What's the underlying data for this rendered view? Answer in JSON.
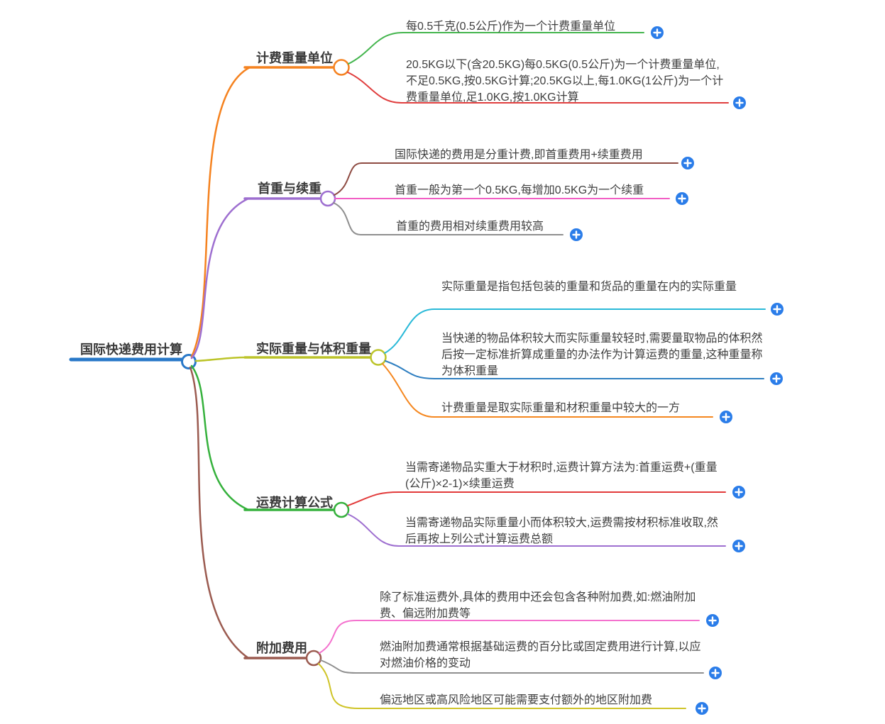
{
  "palette": {
    "background": "#ffffff",
    "text": "#3f3f3f",
    "badge_blue": "#2b7de9"
  },
  "badge": {
    "color": "#2b7de9",
    "symbol": "+"
  },
  "root": {
    "label": "国际快递费用计算",
    "color": "#2878c8"
  },
  "branches": [
    {
      "label": "计费重量单位",
      "color": "#f5821f",
      "children": [
        {
          "text": "每0.5千克(0.5公斤)作为一个计费重量单位",
          "color": "#44b54e"
        },
        {
          "text": "20.5KG以下(含20.5KG)每0.5KG(0.5公斤)为一个计费重量单位,不足0.5KG,按0.5KG计算;20.5KG以上,每1.0KG(1公斤)为一个计费重量单位,足1.0KG,按1.0KG计算",
          "color": "#e03e3e"
        }
      ]
    },
    {
      "label": "首重与续重",
      "color": "#9e6fd0",
      "children": [
        {
          "text": "国际快递的费用是分重计费,即首重费用+续重费用",
          "color": "#8e4b42"
        },
        {
          "text": "首重一般为第一个0.5KG,每增加0.5KG为一个续重",
          "color": "#f25ec4"
        },
        {
          "text": "首重的费用相对续重费用较高",
          "color": "#8f8f8f"
        }
      ]
    },
    {
      "label": "实际重量与体积重量",
      "color": "#bcc429",
      "children": [
        {
          "text": "实际重量是指包括包装的重量和货品的重量在内的实际重量",
          "color": "#29b9d8"
        },
        {
          "text": "当快递的物品体积较大而实际重量较轻时,需要量取物品的体积然后按一定标准折算成重量的办法作为计算运费的重量,这种重量称为体积重量",
          "color": "#2f7fc1"
        },
        {
          "text": "计费重量是取实际重量和材积重量中较大的一方",
          "color": "#f5871f"
        }
      ]
    },
    {
      "label": "运费计算公式",
      "color": "#35b13c",
      "children": [
        {
          "text": "当需寄递物品实重大于材积时,运费计算方法为:首重运费+(重量(公斤)×2-1)×续重运费",
          "color": "#e23a3a"
        },
        {
          "text": "当需寄递物品实际重量小而体积较大,运费需按材积标准收取,然后再按上列公式计算运费总额",
          "color": "#9e6fd0"
        }
      ]
    },
    {
      "label": "附加费用",
      "color": "#9b5b50",
      "children": [
        {
          "text": "除了标准运费外,具体的费用中还会包含各种附加费,如:燃油附加费、偏远附加费等",
          "color": "#f472ce"
        },
        {
          "text": "燃油附加费通常根据基础运费的百分比或固定费用进行计算,以应对燃油价格的变动",
          "color": "#8f8f8f"
        },
        {
          "text": "偏远地区或高风险地区可能需要支付额外的地区附加费",
          "color": "#cfc428"
        }
      ]
    }
  ]
}
